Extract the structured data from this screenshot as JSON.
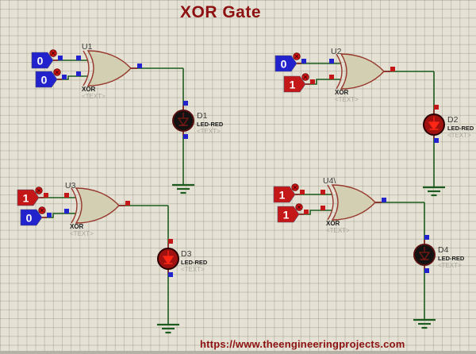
{
  "title": "XOR Gate",
  "footer_url": "https://www.theengineeringprojects.com",
  "colors": {
    "title_text": "#8e1111",
    "url_text": "#8e1111",
    "logic0": "#2323cd",
    "logic1": "#c41717",
    "wire": "#1d5c1f",
    "pin_stub": "#8b2121",
    "gate_fill": "#d3cfb3",
    "gate_stroke": "#96382c",
    "toggle_red": "#dd1414",
    "led_on_body": "#a01210",
    "led_on_symbol": "#ff2616",
    "led_off_body": "#121212",
    "led_off_ring": "#571010",
    "led_off_symbol": "#7c1a14",
    "refdes_text": "#3c3c3c",
    "part_text": "#1a1a1a",
    "placeholder_text": "#a6a49a"
  },
  "circuits": [
    {
      "ref": "U1",
      "part": "XOR",
      "placeholder": "<TEXT>",
      "inputs": [
        "0",
        "0"
      ],
      "output": "0",
      "led": {
        "ref": "D1",
        "part": "LED-RED",
        "placeholder": "<TEXT>",
        "state": "off"
      }
    },
    {
      "ref": "U2",
      "part": "XOR",
      "placeholder": "<TEXT>",
      "inputs": [
        "0",
        "1"
      ],
      "output": "1",
      "led": {
        "ref": "D2",
        "part": "LED-RED",
        "placeholder": "<TEXT>",
        "state": "on"
      }
    },
    {
      "ref": "U3",
      "part": "XOR",
      "placeholder": "<TEXT>",
      "inputs": [
        "1",
        "0"
      ],
      "output": "1",
      "led": {
        "ref": "D3",
        "part": "LED-RED",
        "placeholder": "<TEXT>",
        "state": "on"
      }
    },
    {
      "ref": "U4\\",
      "part": "XOR",
      "placeholder": "<TEXT>",
      "inputs": [
        "1",
        "1"
      ],
      "output": "0",
      "led": {
        "ref": "D4",
        "part": "LED-RED",
        "placeholder": "<TEXT>",
        "state": "off"
      }
    }
  ]
}
